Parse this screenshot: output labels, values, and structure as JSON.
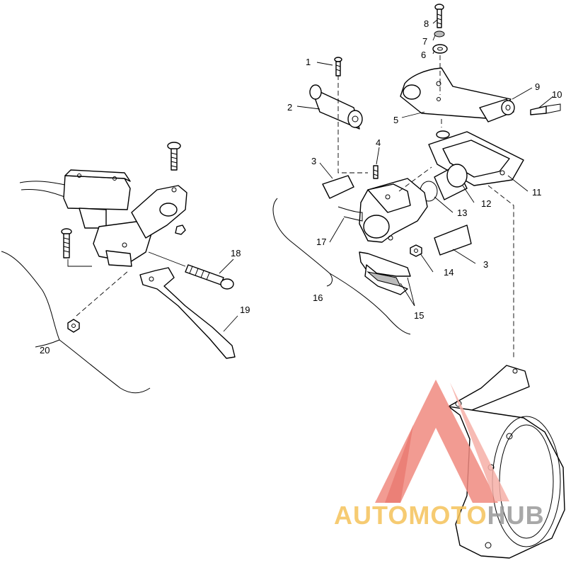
{
  "callouts": {
    "c1": "1",
    "c2": "2",
    "c3a": "3",
    "c3b": "3",
    "c4": "4",
    "c5": "5",
    "c6": "6",
    "c7": "7",
    "c8": "8",
    "c9": "9",
    "c10": "10",
    "c11": "11",
    "c12": "12",
    "c13": "13",
    "c14": "14",
    "c15": "15",
    "c16": "16",
    "c17": "17",
    "c18": "18",
    "c19": "19",
    "c20": "20"
  },
  "watermark": {
    "text_part1": "AUTOMOTO",
    "text_part2": "HUB",
    "color_primary": "#f08a80",
    "color_accent": "#f5c25a",
    "color_dark": "#9a9a9a",
    "icon": "warning-triangle-logo-icon"
  }
}
